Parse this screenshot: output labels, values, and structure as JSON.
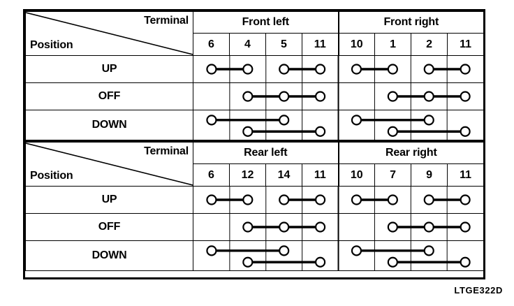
{
  "figure": {
    "reference_code": "LTGE322D"
  },
  "header_corner": {
    "terminal_label": "Terminal",
    "position_label": "Position"
  },
  "tables": [
    {
      "id": "front",
      "groups": [
        {
          "name": "Front left",
          "terminals": [
            "6",
            "4",
            "5",
            "11"
          ]
        },
        {
          "name": "Front right",
          "terminals": [
            "10",
            "1",
            "2",
            "11"
          ]
        }
      ],
      "rows": [
        {
          "label": "UP",
          "connections": [
            {
              "columns": [
                0,
                1
              ],
              "level": "single"
            },
            {
              "columns": [
                2,
                3
              ],
              "level": "single"
            },
            {
              "columns": [
                4,
                5
              ],
              "level": "single"
            },
            {
              "columns": [
                6,
                7
              ],
              "level": "single"
            }
          ]
        },
        {
          "label": "OFF",
          "connections": [
            {
              "columns": [
                1,
                2,
                3
              ],
              "level": "single"
            },
            {
              "columns": [
                5,
                6,
                7
              ],
              "level": "single"
            }
          ]
        },
        {
          "label": "DOWN",
          "connections": [
            {
              "columns": [
                0,
                2
              ],
              "level": "upper"
            },
            {
              "columns": [
                1,
                3
              ],
              "level": "lower"
            },
            {
              "columns": [
                4,
                6
              ],
              "level": "upper"
            },
            {
              "columns": [
                5,
                7
              ],
              "level": "lower"
            }
          ]
        }
      ]
    },
    {
      "id": "rear",
      "groups": [
        {
          "name": "Rear left",
          "terminals": [
            "6",
            "12",
            "14",
            "11"
          ]
        },
        {
          "name": "Rear right",
          "terminals": [
            "10",
            "7",
            "9",
            "11"
          ]
        }
      ],
      "rows": [
        {
          "label": "UP",
          "connections": [
            {
              "columns": [
                0,
                1
              ],
              "level": "single"
            },
            {
              "columns": [
                2,
                3
              ],
              "level": "single"
            },
            {
              "columns": [
                4,
                5
              ],
              "level": "single"
            },
            {
              "columns": [
                6,
                7
              ],
              "level": "single"
            }
          ]
        },
        {
          "label": "OFF",
          "connections": [
            {
              "columns": [
                1,
                2,
                3
              ],
              "level": "single"
            },
            {
              "columns": [
                5,
                6,
                7
              ],
              "level": "single"
            }
          ]
        },
        {
          "label": "DOWN",
          "connections": [
            {
              "columns": [
                0,
                2
              ],
              "level": "upper"
            },
            {
              "columns": [
                1,
                3
              ],
              "level": "lower"
            },
            {
              "columns": [
                4,
                6
              ],
              "level": "upper"
            },
            {
              "columns": [
                5,
                7
              ],
              "level": "lower"
            }
          ]
        }
      ]
    }
  ],
  "colors": {
    "line": "#000000",
    "background": "#ffffff"
  }
}
